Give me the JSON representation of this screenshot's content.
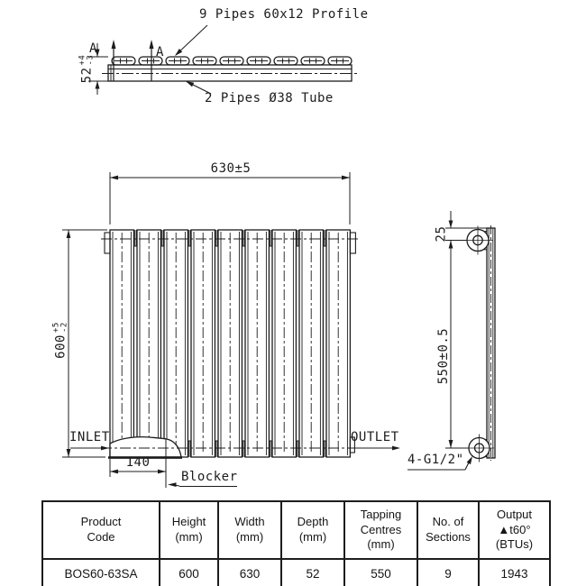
{
  "drawing": {
    "top_view": {
      "pipe_profile_label": "9 Pipes 60x12 Profile",
      "tube_label": "2 Pipes Ø38 Tube",
      "section_marker": "A",
      "depth_dim": "52",
      "depth_tol_plus": "+4",
      "depth_tol_minus": "-3"
    },
    "front_view": {
      "width_dim": "630±5",
      "height_dim": "600",
      "height_tol_plus": "+5",
      "height_tol_minus": "-2",
      "inlet_label": "INLET",
      "outlet_label": "OUTLET",
      "blocker_offset_dim": "140",
      "blocker_label": "Blocker"
    },
    "side_view": {
      "top_offset_dim": "25",
      "tapping_centres_dim": "550±0.5",
      "connection_label": "4-G1/2\""
    }
  },
  "spec_table": {
    "headers": [
      {
        "lines": [
          "Product",
          "Code"
        ]
      },
      {
        "lines": [
          "Height",
          "(mm)"
        ]
      },
      {
        "lines": [
          "Width",
          "(mm)"
        ]
      },
      {
        "lines": [
          "Depth",
          "(mm)"
        ]
      },
      {
        "lines": [
          "Tapping",
          "Centres",
          "(mm)"
        ]
      },
      {
        "lines": [
          "No. of",
          "Sections"
        ]
      },
      {
        "lines": [
          "Output",
          "▲t60° (BTUs)"
        ]
      }
    ],
    "row": {
      "product_code": "BOS60-63SA",
      "height": "600",
      "width": "630",
      "depth": "52",
      "tapping_centres": "550",
      "sections": "9",
      "output": "1943"
    }
  },
  "colors": {
    "line": "#1c1c1c",
    "background": "#ffffff"
  }
}
